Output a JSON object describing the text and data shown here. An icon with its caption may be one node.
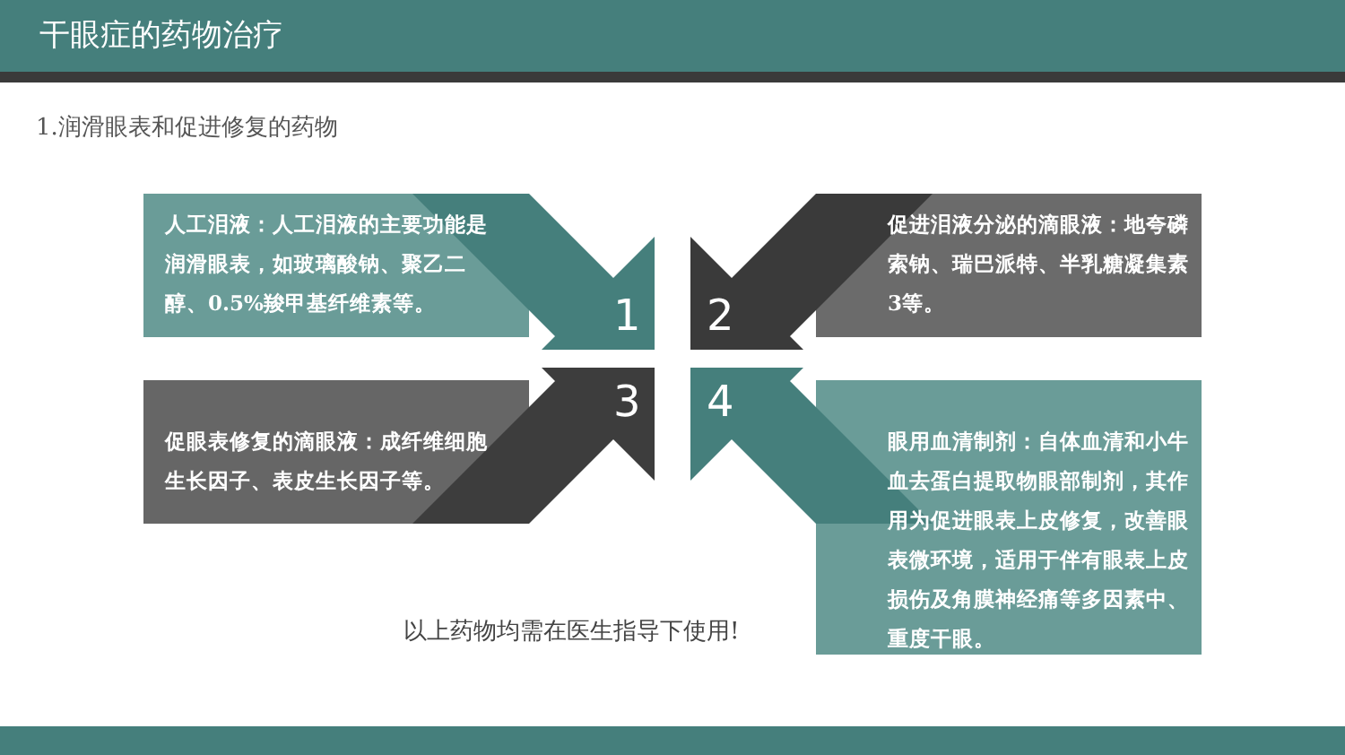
{
  "diagram": {
    "title": "干眼症的药物治疗",
    "nodes": [
      {
        "text": [
          "人工泪液：人工泪液的主要功能是润滑眼表，如玻璃酸钠、聚乙二醇、0.5%羧甲基纤维素等。",
          "1"
        ]
      },
      {
        "text": [
          "2",
          "促进泪液分泌的滴眼液：地夸磷索钠、瑞巴派特、半乳糖凝集素3等。"
        ]
      },
      {
        "text": [
          "促眼表修复的滴眼液：成纤维细胞生长因子、表皮生长因子等。",
          "3"
        ]
      },
      {
        "text": [
          "4",
          "眼用血清制剂：自体血清和小牛血去蛋白提取物眼部制剂，其作用为促进眼表上皮修复，改善眼表微环境，适用于伴有眼表上皮损伤及角膜神经痛等多因素中、重度干眼。"
        ]
      }
    ],
    "edges": [],
    "labels": [
      "1.润滑眼表和促进修复的药物",
      "以上药物均需在医生指导下使用!"
    ]
  }
}
